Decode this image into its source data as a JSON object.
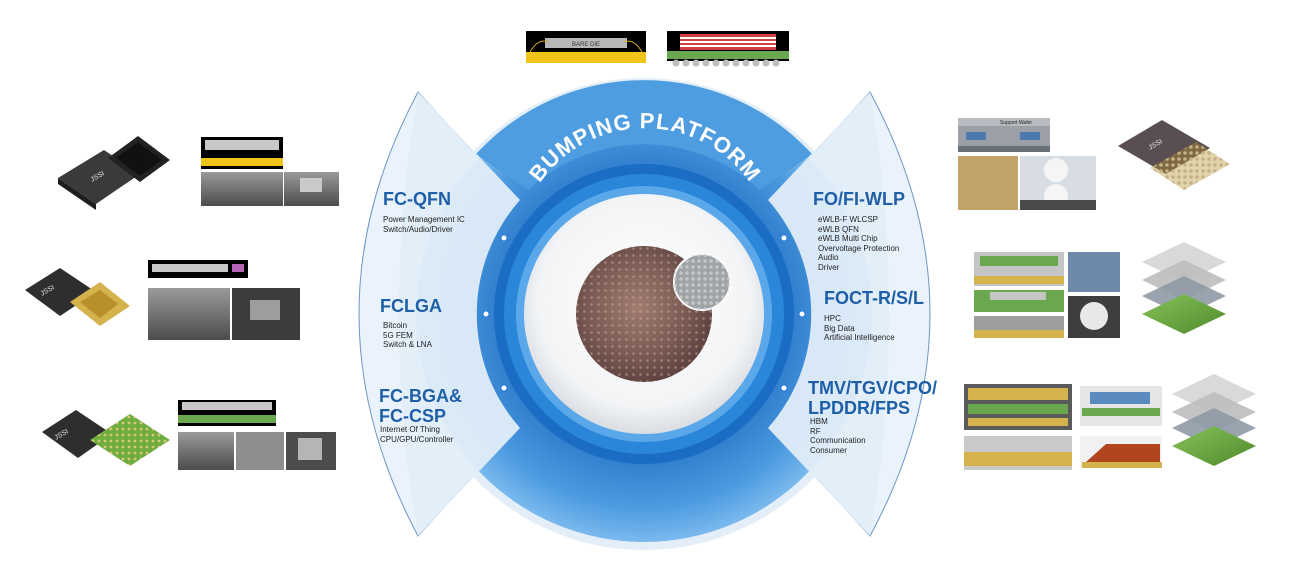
{
  "center": {
    "title": "BUMPING PLATFORM",
    "die_text": "BARE DIE"
  },
  "segments": [
    {
      "id": "fc-qfn",
      "title": "FC-QFN",
      "items": [
        "Power Management IC",
        "Switch/Audio/Driver"
      ]
    },
    {
      "id": "fclga",
      "title": "FCLGA",
      "items": [
        "Bitcoin",
        "5G FEM",
        "Switch & LNA"
      ]
    },
    {
      "id": "fc-bga",
      "title_lines": [
        "FC-BGA&",
        "FC-CSP"
      ],
      "items": [
        "Internet Of Thing",
        "CPU/GPU/Controller"
      ]
    },
    {
      "id": "fo-fi-wlp",
      "title": "FO/FI-WLP",
      "items": [
        "eWLB-F WLCSP",
        "eWLB QFN",
        "eWLB Multi Chip",
        "Overvoltage Protection",
        "Audio",
        "Driver"
      ]
    },
    {
      "id": "foct",
      "title": "FOCT-R/S/L",
      "items": [
        "HPC",
        "Big Data",
        "Artificial Intelligence"
      ]
    },
    {
      "id": "tmv",
      "title_lines": [
        "TMV/TGV/CPO/",
        "LPDDR/FPS"
      ],
      "items": [
        "HBM",
        "RF",
        "Communication",
        "Consumer"
      ]
    }
  ],
  "top_image_label": "Support Wafer",
  "chip_brand": "JSSI",
  "colors": {
    "title_blue": "#1f5fa8",
    "ring_outer": "#4a9be0",
    "ring_mid": "#2d7fd3",
    "ring_inner": "#1565c0",
    "pale": "#e8f1fb",
    "pcb_green": "#6aa84f",
    "die_gold": "#d4b24c"
  }
}
